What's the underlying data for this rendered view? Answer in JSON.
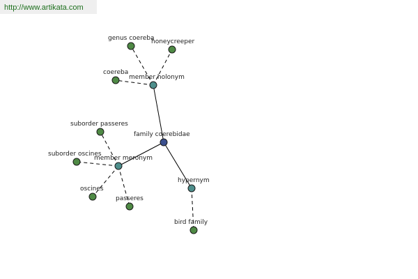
{
  "source_url": "http://www.artikata.com",
  "colors": {
    "center": "#3a4f8e",
    "relation": "#4e8f8c",
    "leaf": "#4f8a45",
    "url_text": "#1d6f1d"
  },
  "graph": {
    "nodes": [
      {
        "id": "center",
        "label": "family coerebidae",
        "kind": "center"
      },
      {
        "id": "holonym",
        "label": "member holonym",
        "kind": "relation"
      },
      {
        "id": "meronym",
        "label": "member meronym",
        "kind": "relation"
      },
      {
        "id": "hypernym",
        "label": "hypernym",
        "kind": "relation"
      },
      {
        "id": "genus-coereba",
        "label": "genus coereba",
        "kind": "leaf"
      },
      {
        "id": "honeycreeper",
        "label": "honeycreeper",
        "kind": "leaf"
      },
      {
        "id": "coereba",
        "label": "coereba",
        "kind": "leaf"
      },
      {
        "id": "suborder-passeres",
        "label": "suborder passeres",
        "kind": "leaf"
      },
      {
        "id": "suborder-oscines",
        "label": "suborder oscines",
        "kind": "leaf"
      },
      {
        "id": "oscines",
        "label": "oscines",
        "kind": "leaf"
      },
      {
        "id": "passeres",
        "label": "passeres",
        "kind": "leaf"
      },
      {
        "id": "bird-family",
        "label": "bird family",
        "kind": "leaf"
      }
    ],
    "edges": [
      {
        "from": "center",
        "to": "holonym",
        "style": "solid"
      },
      {
        "from": "center",
        "to": "meronym",
        "style": "solid"
      },
      {
        "from": "center",
        "to": "hypernym",
        "style": "solid"
      },
      {
        "from": "holonym",
        "to": "genus-coereba",
        "style": "dashed"
      },
      {
        "from": "holonym",
        "to": "honeycreeper",
        "style": "dashed"
      },
      {
        "from": "holonym",
        "to": "coereba",
        "style": "dashed"
      },
      {
        "from": "meronym",
        "to": "suborder-passeres",
        "style": "dashed"
      },
      {
        "from": "meronym",
        "to": "suborder-oscines",
        "style": "dashed"
      },
      {
        "from": "meronym",
        "to": "oscines",
        "style": "dashed"
      },
      {
        "from": "meronym",
        "to": "passeres",
        "style": "dashed"
      },
      {
        "from": "hypernym",
        "to": "bird-family",
        "style": "dashed"
      }
    ]
  }
}
